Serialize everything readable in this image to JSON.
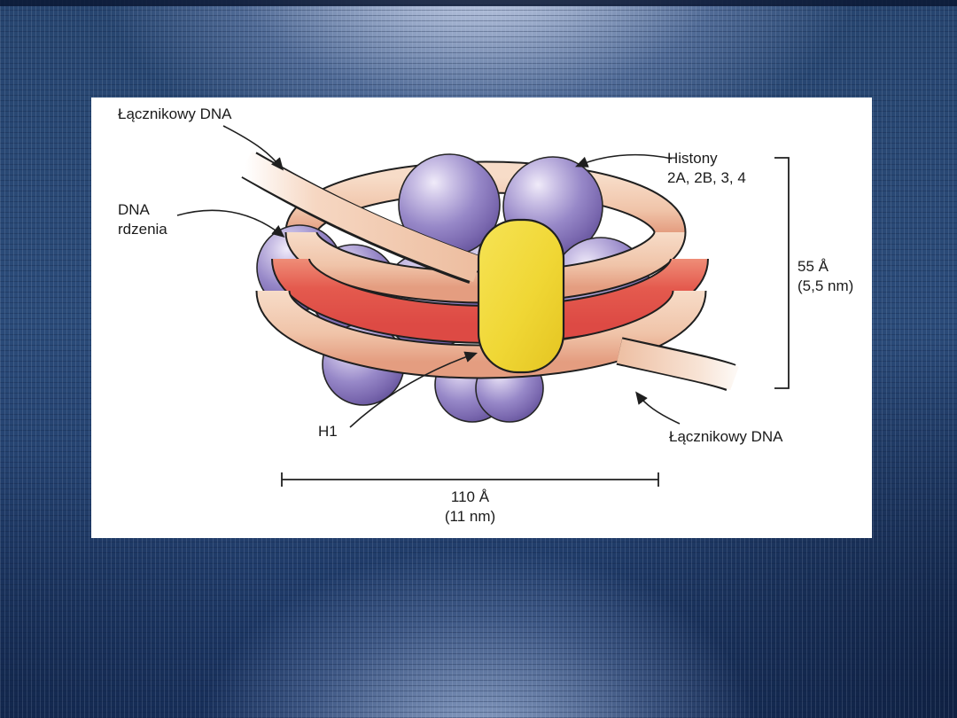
{
  "slide": {
    "background_base_color": "#27456f",
    "background_glow_color": "#ccd4e8",
    "panel_background": "#ffffff"
  },
  "diagram": {
    "title_semantic": "nucleosome-structure-diagram",
    "labels": {
      "linker_dna_top": "Łącznikowy DNA",
      "core_dna_line1": "DNA",
      "core_dna_line2": "rdzenia",
      "histones_line1": "Histony",
      "histones_line2": "2A, 2B, 3, 4",
      "h1": "H1",
      "linker_dna_bottom": "Łącznikowy DNA"
    },
    "measurements": {
      "height_angstrom": "55 Å",
      "height_nm": "(5,5 nm)",
      "width_angstrom": "110 Å",
      "width_nm": "(11 nm)"
    },
    "colors": {
      "histone_sphere": "#8d7cc2",
      "dna_ribbon_light": "#f2c9b0",
      "dna_ribbon_red": "#e2574e",
      "h1_histone_yellow": "#f0d735",
      "outline": "#1f1f1f",
      "label_text": "#1b1b1b"
    }
  }
}
